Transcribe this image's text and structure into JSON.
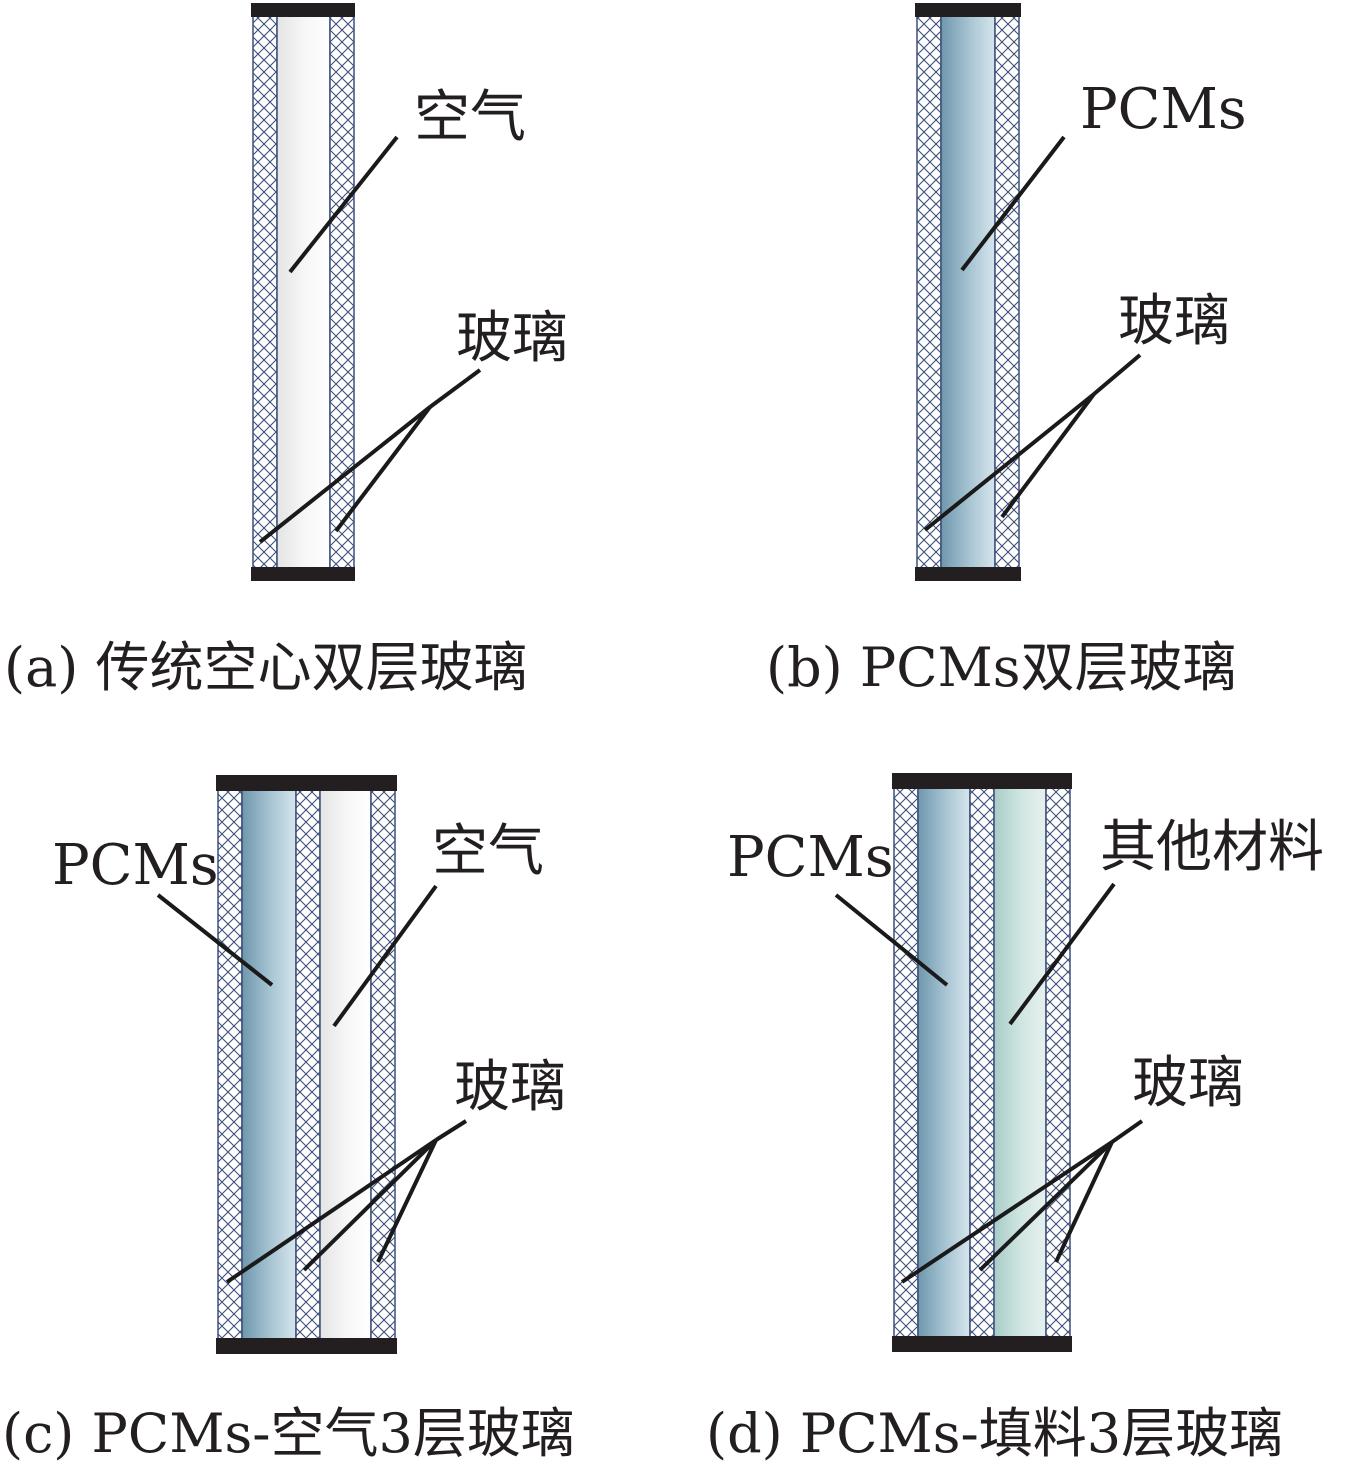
{
  "panels": {
    "a": {
      "caption": "(a) 传统空心双层玻璃",
      "labels": {
        "air": "空气",
        "glass": "玻璃"
      }
    },
    "b": {
      "caption": "(b) PCMs双层玻璃",
      "labels": {
        "pcm": "PCMs",
        "glass": "玻璃"
      }
    },
    "c": {
      "caption": "(c) PCMs-空气3层玻璃",
      "labels": {
        "pcm": "PCMs",
        "air": "空气",
        "glass": "玻璃"
      }
    },
    "d": {
      "caption": "(d) PCMs-填料3层玻璃",
      "labels": {
        "pcm": "PCMs",
        "other": "其他材料",
        "glass": "玻璃"
      }
    }
  },
  "colors": {
    "frame": "#231f20",
    "glass_pattern": "#3d4f7a",
    "air_fill": "#f3f3f3",
    "pcm_fill": "#8fb4c6",
    "other_fill": "#c9e2dd",
    "leader_line": "#1a1a1a"
  }
}
